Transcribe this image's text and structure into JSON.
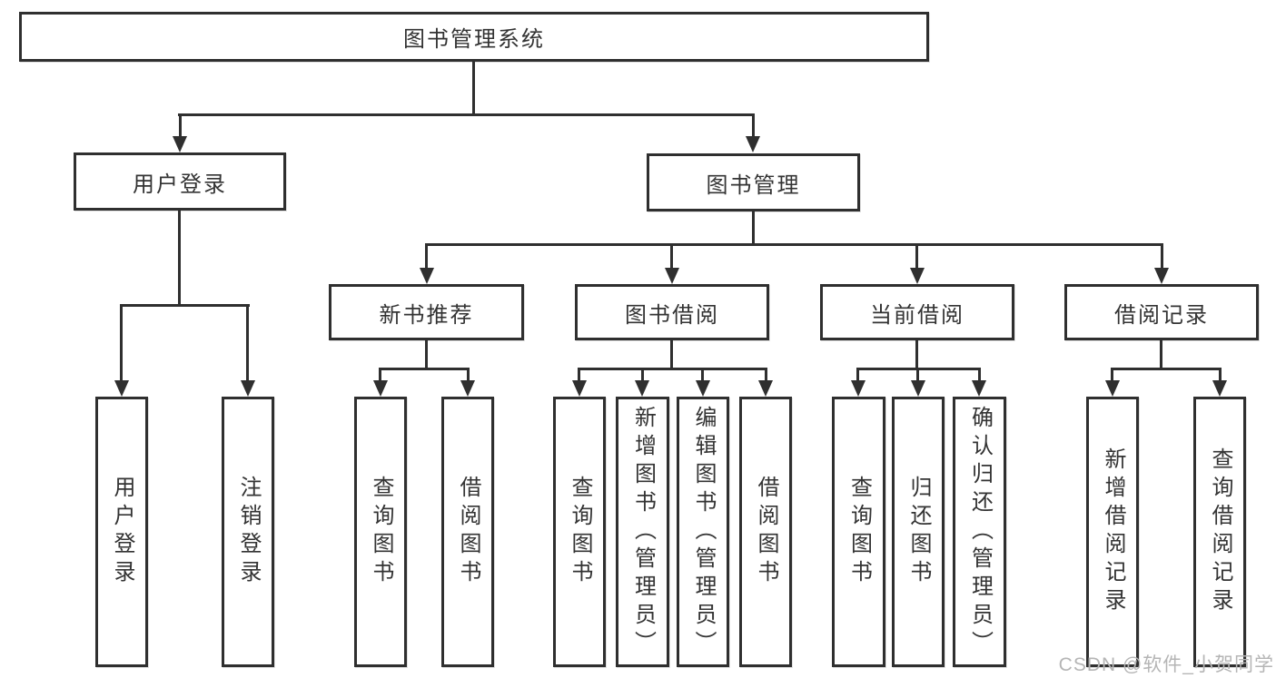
{
  "title": "图书管理系统",
  "tree": {
    "label": "图书管理系统",
    "children": [
      {
        "label": "用户登录",
        "children": [
          {
            "label": "用户登录"
          },
          {
            "label": "注销登录"
          }
        ]
      },
      {
        "label": "图书管理",
        "children": [
          {
            "label": "新书推荐",
            "children": [
              {
                "label": "查询图书"
              },
              {
                "label": "借阅图书"
              }
            ]
          },
          {
            "label": "图书借阅",
            "children": [
              {
                "label": "查询图书"
              },
              {
                "label": "新增图书（管理员）"
              },
              {
                "label": "编辑图书（管理员）"
              },
              {
                "label": "借阅图书"
              }
            ]
          },
          {
            "label": "当前借阅",
            "children": [
              {
                "label": "查询图书"
              },
              {
                "label": "归还图书"
              },
              {
                "label": "确认归还（管理员）"
              }
            ]
          },
          {
            "label": "借阅记录",
            "children": [
              {
                "label": "新增借阅记录"
              },
              {
                "label": "查询借阅记录"
              }
            ]
          }
        ]
      }
    ]
  },
  "watermark": "CSDN @软件_小贺同学",
  "colors": {
    "line": "#2f2f2f",
    "text": "#333333",
    "watermark": "#b5b5b5",
    "background": "#ffffff"
  }
}
